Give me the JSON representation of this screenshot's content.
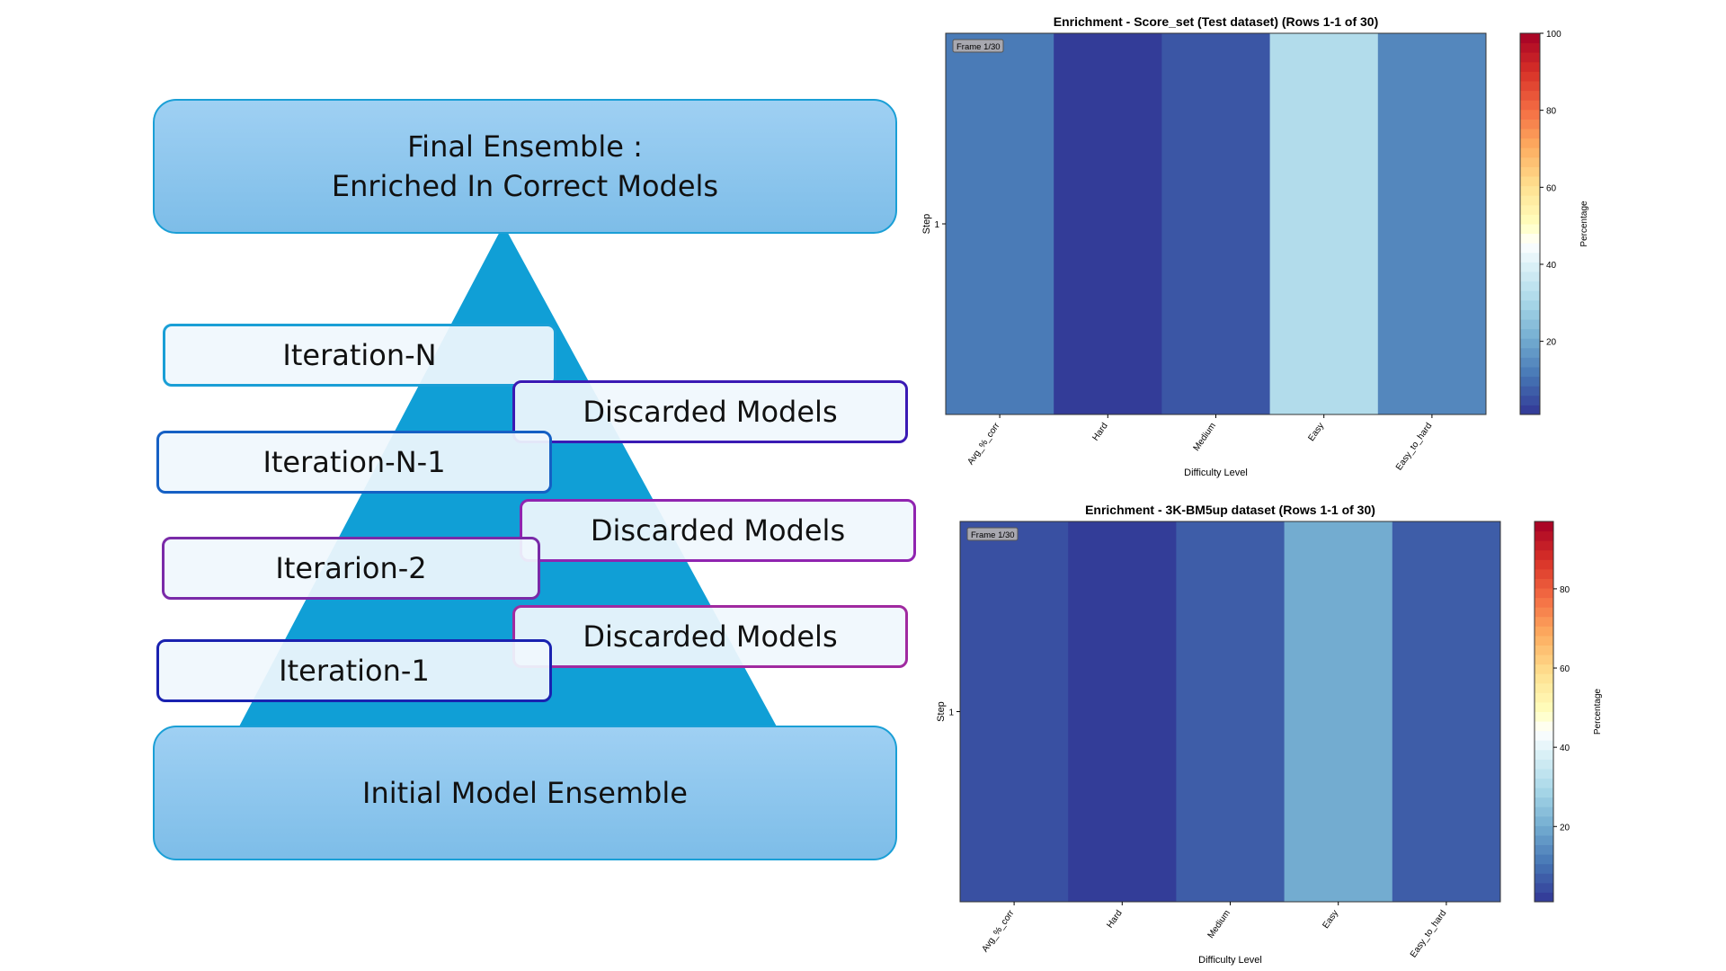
{
  "diagram": {
    "final_line1": "Final Ensemble :",
    "final_line2": "Enriched In Correct Models",
    "initial": "Initial Model Ensemble",
    "iterations": [
      "Iteration-N",
      "Iteration-N-1",
      "Iterarion-2",
      "Iteration-1"
    ],
    "discarded": [
      "Discarded Models",
      "Discarded Models",
      "Discarded Models"
    ],
    "colors": {
      "triangle": "#109fd6",
      "iter": [
        "#1a9fd6",
        "#1560c4",
        "#7a2aa8",
        "#1a22b0"
      ],
      "disc": [
        "#3a1ab4",
        "#9024b0",
        "#a02aa0"
      ]
    }
  },
  "chart_data": [
    {
      "type": "heatmap",
      "title": "Enrichment - Score_set (Test dataset) (Rows 1-1 of 30)",
      "frame": "Frame 1/30",
      "xlabel": "Difficulty Level",
      "ylabel": "Step",
      "colorbar_label": "Percentage",
      "categories": [
        "Avg_%_corr",
        "Hard",
        "Medium",
        "Easy",
        "Easy_to_hard"
      ],
      "rows": [
        "1"
      ],
      "values": [
        [
          12,
          2,
          6,
          32,
          14
        ]
      ],
      "clim": [
        1,
        100
      ],
      "cbar_ticks": [
        "20",
        "40",
        "60",
        "80",
        "100"
      ],
      "cbar_tick_values": [
        20,
        40,
        60,
        80,
        100
      ]
    },
    {
      "type": "heatmap",
      "title": "Enrichment - 3K-BM5up dataset (Rows 1-1 of 30)",
      "frame": "Frame 1/30",
      "xlabel": "Difficulty Level",
      "ylabel": "Step",
      "colorbar_label": "Percentage",
      "categories": [
        "Avg_%_corr",
        "Hard",
        "Medium",
        "Easy",
        "Easy_to_hard"
      ],
      "rows": [
        "1"
      ],
      "values": [
        [
          5,
          2,
          7,
          20,
          7
        ]
      ],
      "clim": [
        1,
        97
      ],
      "cbar_ticks": [
        "20",
        "40",
        "60",
        "80"
      ],
      "cbar_tick_values": [
        20,
        40,
        60,
        80
      ]
    }
  ]
}
